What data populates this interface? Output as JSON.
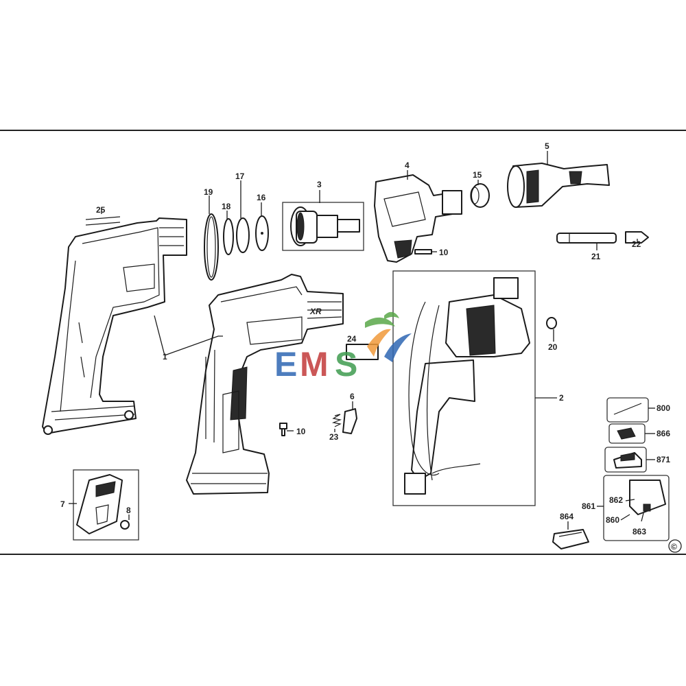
{
  "watermark": {
    "letters": [
      "E",
      "M",
      "S"
    ],
    "colors": [
      "#2f67b3",
      "#c23a3a",
      "#3f9c4f"
    ]
  },
  "copyright_mark": "©",
  "callouts": {
    "c1": "1",
    "c2": "2",
    "c3": "3",
    "c4": "4",
    "c5": "5",
    "c6": "6",
    "c7": "7",
    "c8": "8",
    "c10a": "10",
    "c10b": "10",
    "c15": "15",
    "c16": "16",
    "c17": "17",
    "c18": "18",
    "c19": "19",
    "c20": "20",
    "c21": "21",
    "c22": "22",
    "c23": "23",
    "c24": "24",
    "c25": "25",
    "c800": "800",
    "c860": "860",
    "c861": "861",
    "c862": "862",
    "c863": "863",
    "c864": "864",
    "c866": "866",
    "c871": "871"
  },
  "decal": "XR"
}
